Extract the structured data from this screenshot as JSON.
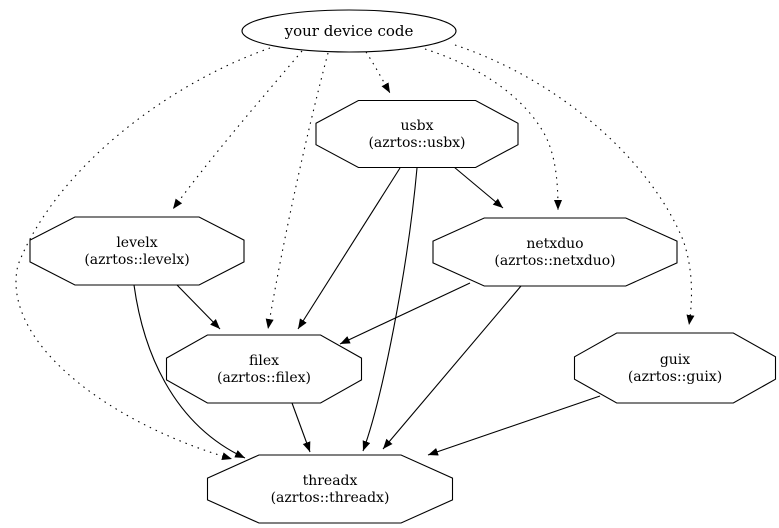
{
  "diagram": {
    "type": "dependency-graph",
    "colors": {
      "line": "#000000",
      "node_fill": "#ffffff",
      "background": "#ffffff",
      "text": "#000000"
    },
    "nodes": [
      {
        "id": "device",
        "shape": "ellipse",
        "label": "your device code",
        "sublabel": ""
      },
      {
        "id": "usbx",
        "shape": "octagon",
        "label": "usbx",
        "sublabel": "(azrtos::usbx)"
      },
      {
        "id": "levelx",
        "shape": "octagon",
        "label": "levelx",
        "sublabel": "(azrtos::levelx)"
      },
      {
        "id": "netxduo",
        "shape": "octagon",
        "label": "netxduo",
        "sublabel": "(azrtos::netxduo)"
      },
      {
        "id": "filex",
        "shape": "octagon",
        "label": "filex",
        "sublabel": "(azrtos::filex)"
      },
      {
        "id": "guix",
        "shape": "octagon",
        "label": "guix",
        "sublabel": "(azrtos::guix)"
      },
      {
        "id": "threadx",
        "shape": "octagon",
        "label": "threadx",
        "sublabel": "(azrtos::threadx)"
      }
    ],
    "edges": [
      {
        "from": "device",
        "to": "usbx",
        "style": "dotted"
      },
      {
        "from": "device",
        "to": "levelx",
        "style": "dotted"
      },
      {
        "from": "device",
        "to": "filex",
        "style": "dotted"
      },
      {
        "from": "device",
        "to": "netxduo",
        "style": "dotted"
      },
      {
        "from": "device",
        "to": "guix",
        "style": "dotted"
      },
      {
        "from": "device",
        "to": "threadx",
        "style": "dotted"
      },
      {
        "from": "usbx",
        "to": "netxduo",
        "style": "solid"
      },
      {
        "from": "usbx",
        "to": "filex",
        "style": "solid"
      },
      {
        "from": "usbx",
        "to": "threadx",
        "style": "solid"
      },
      {
        "from": "levelx",
        "to": "filex",
        "style": "solid"
      },
      {
        "from": "levelx",
        "to": "threadx",
        "style": "solid"
      },
      {
        "from": "netxduo",
        "to": "filex",
        "style": "solid"
      },
      {
        "from": "netxduo",
        "to": "threadx",
        "style": "solid"
      },
      {
        "from": "filex",
        "to": "threadx",
        "style": "solid"
      },
      {
        "from": "guix",
        "to": "threadx",
        "style": "solid"
      }
    ]
  }
}
